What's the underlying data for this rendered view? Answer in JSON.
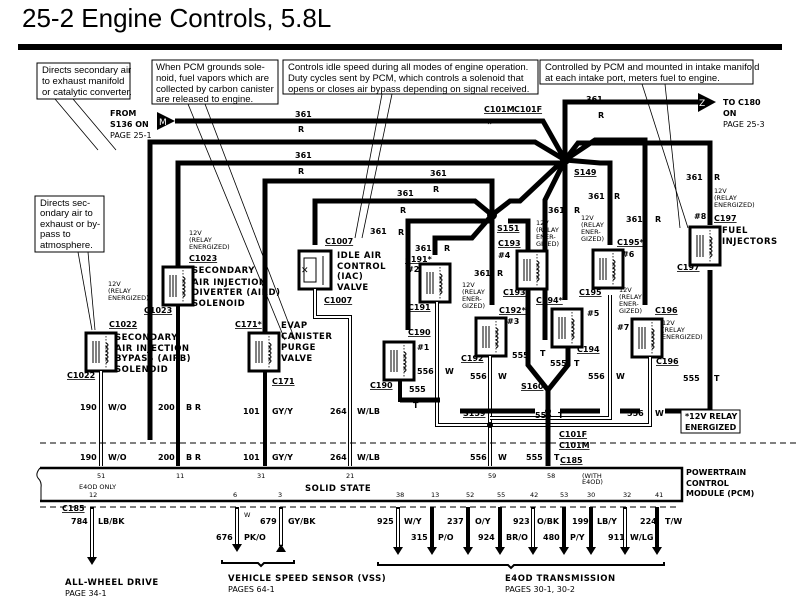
{
  "title": "25-2 Engine Controls, 5.8L",
  "notes": {
    "air_exhaust": [
      "Directs secondary air",
      "to exhaust manifold",
      "or catalytic converter."
    ],
    "evap": [
      "When PCM grounds sole-",
      "noid, fuel vapors which are",
      "collected by carbon canister",
      "are released to engine."
    ],
    "iac": [
      "Controls idle speed during all modes of engine operation.",
      "Duty cycles sent by PCM, which controls a solenoid that",
      "opens or closes air bypass depending on signal received."
    ],
    "injectors": [
      "Controlled by PCM and mounted in intake manifold",
      "at each intake port, meters fuel to engine."
    ],
    "bypass": [
      "Directs sec-",
      "ondary air to",
      "exhaust or by-",
      "pass to",
      "atmosphere."
    ]
  },
  "from": [
    "FROM",
    "S136 ON",
    "PAGE 25-1"
  ],
  "from_marker": "M",
  "to": [
    "TO C180",
    "ON",
    "PAGE 25-3"
  ],
  "to_marker": "Z",
  "wire_361": "361",
  "wire_R": "R",
  "relay_12v": [
    "12V",
    "(RELAY",
    "ENERGIZED)"
  ],
  "relay_12v_split": [
    "12V",
    "(RELAY",
    "ENER-",
    "GIZED)"
  ],
  "splices": {
    "s149": "S149",
    "s151": "S151",
    "s160": "S160",
    "s159": "S159"
  },
  "connectors": {
    "c101m": "C101M",
    "c101f": "C101F",
    "c1022": "C1022",
    "c1023": "C1023",
    "c1007": "C1007",
    "c171": "C171",
    "c171s": "C171*",
    "c190": "C190",
    "c191": "C191",
    "c191s": "C191*",
    "c192": "C192",
    "c192s": "C192*",
    "c193": "C193",
    "c194": "C194",
    "c194s": "C194*",
    "c195": "C195",
    "c195s": "C195*",
    "c196": "C196",
    "c197": "C197",
    "c185": "C185"
  },
  "components": {
    "airb": [
      "SECONDARY",
      "AIR INJECTION",
      "BYPASS (AIRB)",
      "SOLENOID"
    ],
    "aird": [
      "SECONDARY",
      "AIR INJECTION",
      "DIVERTER (AIRD)",
      "SOLENOID"
    ],
    "evap": [
      "EVAP",
      "CANISTER",
      "PURGE",
      "VALVE"
    ],
    "iac": [
      "IDLE AIR",
      "CONTROL",
      "(IAC)",
      "VALVE"
    ],
    "injectors": [
      "FUEL",
      "INJECTORS"
    ]
  },
  "injector_nums": [
    "#1",
    "#2",
    "#3",
    "#4",
    "#5",
    "#6",
    "#7",
    "#8"
  ],
  "wires_upper": [
    {
      "circuit": "190",
      "color": "W/O"
    },
    {
      "circuit": "200",
      "color": "B R"
    },
    {
      "circuit": "101",
      "color": "GY/Y"
    },
    {
      "circuit": "264",
      "color": "W/LB"
    },
    {
      "circuit": "556",
      "color": "W"
    },
    {
      "circuit": "555",
      "color": "T"
    }
  ],
  "relay_footnote": [
    "*12V RELAY",
    "ENERGIZED"
  ],
  "pcm": {
    "name": [
      "POWERTRAIN",
      "CONTROL",
      "MODULE (PCM)"
    ],
    "solid_state": "SOLID STATE",
    "e4od_only": "E4OD ONLY",
    "with_e4od": [
      "(WITH",
      "E4OD)"
    ],
    "top_pins": [
      "51",
      "11",
      "31",
      "21",
      "59",
      "58"
    ],
    "bottom_pins": [
      "12",
      "6",
      "3",
      "38",
      "13",
      "52",
      "55",
      "42",
      "53",
      "30",
      "32",
      "41"
    ]
  },
  "wires_lower": [
    {
      "circuit": "784",
      "color": "LB/BK"
    },
    {
      "circuit": "676",
      "color": "PK/O"
    },
    {
      "circuit": "679",
      "color": "GY/BK"
    },
    {
      "circuit": "925",
      "color": "W/Y"
    },
    {
      "circuit": "315",
      "color": "P/O"
    },
    {
      "circuit": "237",
      "color": "O/Y"
    },
    {
      "circuit": "924",
      "color": "BR/O"
    },
    {
      "circuit": "923",
      "color": "O/BK"
    },
    {
      "circuit": "480",
      "color": "P/Y"
    },
    {
      "circuit": "199",
      "color": "LB/Y"
    },
    {
      "circuit": "911",
      "color": "W/LG"
    },
    {
      "circuit": "224",
      "color": "T/W"
    }
  ],
  "vss_w": "W",
  "destinations": {
    "awd": [
      "ALL-WHEEL DRIVE",
      "PAGE 34-1"
    ],
    "vss": [
      "VEHICLE SPEED SENSOR (VSS)",
      "PAGES 64-1"
    ],
    "trans": [
      "E4OD TRANSMISSION",
      "PAGES 30-1, 30-2"
    ]
  }
}
